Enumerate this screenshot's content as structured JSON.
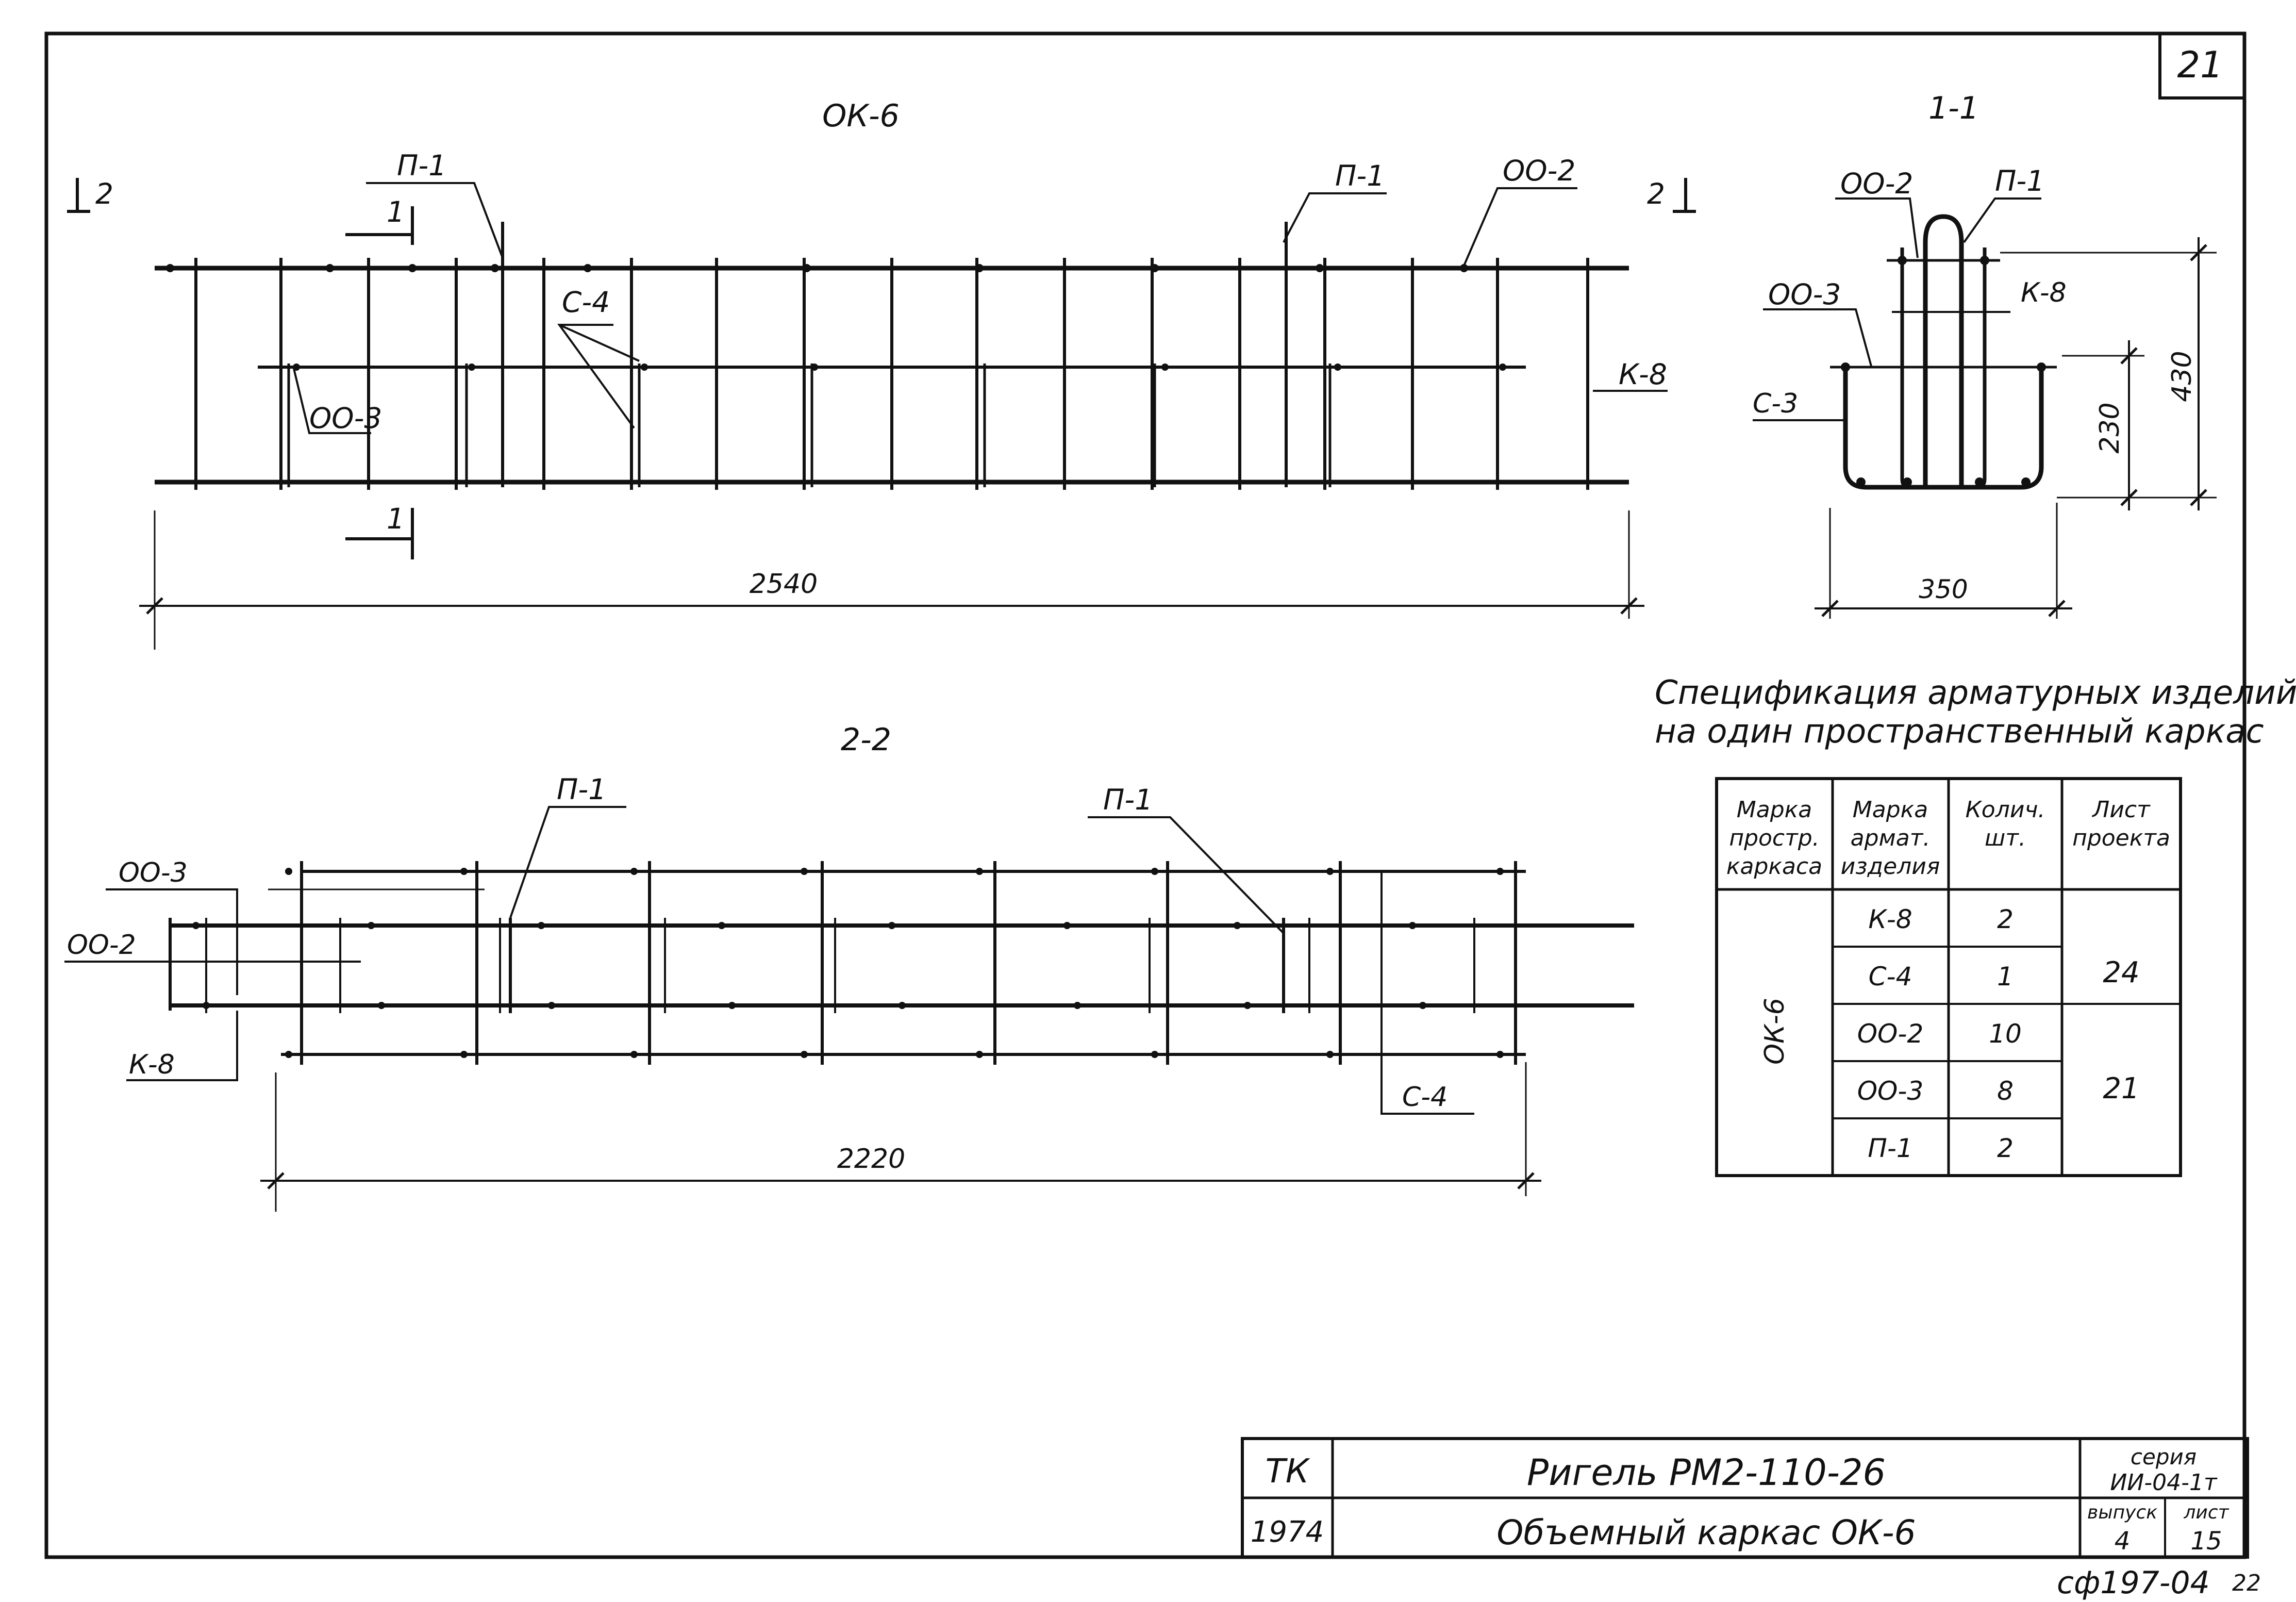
{
  "sheet": {
    "number": "21",
    "stamp": "сф197-04",
    "stamp_page": "22"
  },
  "view_main": {
    "title": "ОК-6",
    "section_mark": "2",
    "cut_mark": "1",
    "labels": {
      "p1_left": "П-1",
      "p1_right": "П-1",
      "oo2": "ОО-2",
      "s4": "С-4",
      "oo3": "ОО-3",
      "k8": "К-8"
    },
    "dimension": "2540"
  },
  "view_section": {
    "title": "1-1",
    "labels": {
      "oo2": "ОО-2",
      "p1": "П-1",
      "oo3": "ОО-3",
      "k8": "К-8",
      "s3": "С-3"
    },
    "dim_height": "430",
    "dim_inner": "230",
    "dim_width": "350"
  },
  "view_plan": {
    "title": "2-2",
    "labels": {
      "p1_left": "П-1",
      "p1_right": "П-1",
      "oo3": "ОО-3",
      "oo2": "ОО-2",
      "k8": "К-8",
      "s4": "С-4"
    },
    "dimension": "2220"
  },
  "spec": {
    "title_line1": "Спецификация арматурных изделий",
    "title_line2": "на один пространственный каркас",
    "headers": [
      "Марка простр. каркаса",
      "Марка армат. изделия",
      "Колич. шт.",
      "Лист проекта"
    ],
    "frame_mark": "ОК-6",
    "rows": [
      {
        "item": "К-8",
        "qty": "2"
      },
      {
        "item": "С-4",
        "qty": "1"
      },
      {
        "item": "ОО-2",
        "qty": "10"
      },
      {
        "item": "ОО-3",
        "qty": "8"
      },
      {
        "item": "П-1",
        "qty": "2"
      }
    ],
    "sheet_group_1": "24",
    "sheet_group_2": "21"
  },
  "title_block": {
    "org": "ТК",
    "year": "1974",
    "name": "Ригель РМ2-110-26",
    "subtitle": "Объемный каркас ОК-6",
    "series_label": "серия",
    "series_value": "ИИ-04-1т",
    "issue_label": "выпуск",
    "issue_value": "4",
    "sheet_label": "лист",
    "sheet_value": "15"
  }
}
